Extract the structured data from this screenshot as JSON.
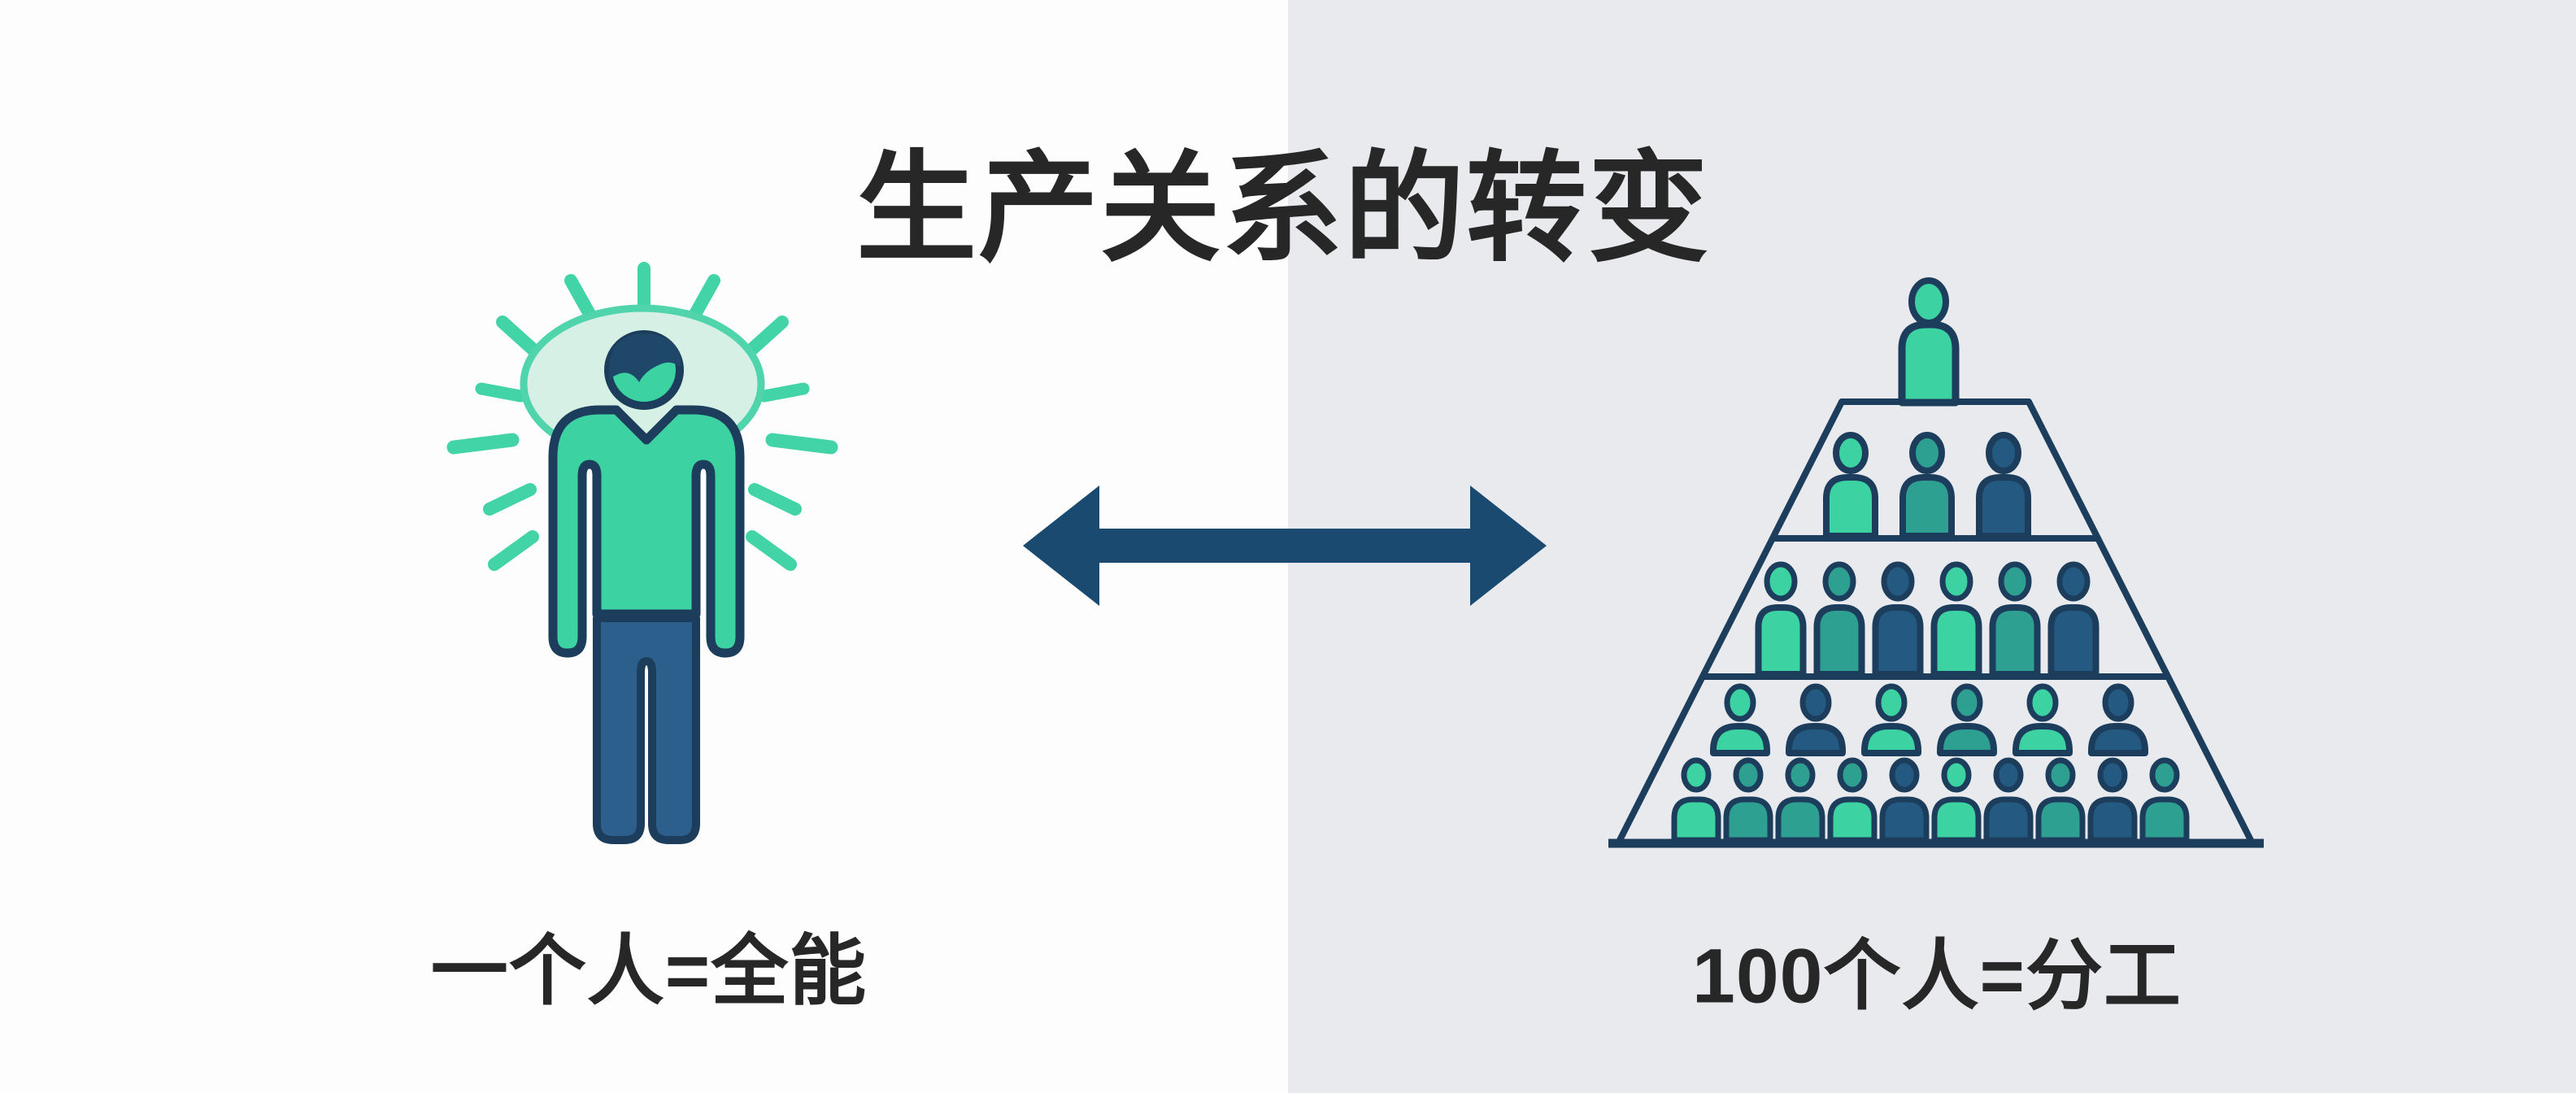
{
  "title": "生产关系的转变",
  "left_panel": {
    "caption": "一个人=全能",
    "icon": "radiant-person-icon"
  },
  "center": {
    "icon": "double-headed-arrow-icon"
  },
  "right_panel": {
    "caption": "100个人=分工",
    "icon": "people-pyramid-icon"
  },
  "colors": {
    "bg_left": "#FDFDFD",
    "bg_right": "#E8EAEE",
    "text": "#272727",
    "green": "#3CD2A2",
    "teal": "#2EA091",
    "navy": "#245A82",
    "outline": "#1C3E5C",
    "pants_blue": "#2D5F8C",
    "hair_navy": "#1F4769",
    "arrow_navy": "#1A4A70",
    "halo_fill": "#D7F0E6",
    "halo_ring": "#4FD4AB",
    "ray_green": "#42D3A6"
  },
  "pyramid": {
    "tier_figure_colors": [
      [
        "green"
      ],
      [
        "green",
        "teal",
        "navy"
      ],
      [
        "green",
        "teal",
        "navy",
        "green",
        "teal",
        "navy"
      ],
      [
        "green",
        "navy",
        "green",
        "teal",
        "green",
        "navy"
      ],
      [
        "green",
        "teal",
        "teal",
        "green",
        "navy",
        "green",
        "navy",
        "teal",
        "navy",
        "teal"
      ]
    ],
    "bottom_tier_head_colors": [
      "green",
      "teal",
      "teal",
      "teal",
      "navy",
      "green",
      "navy",
      "teal",
      "navy",
      "teal"
    ]
  }
}
